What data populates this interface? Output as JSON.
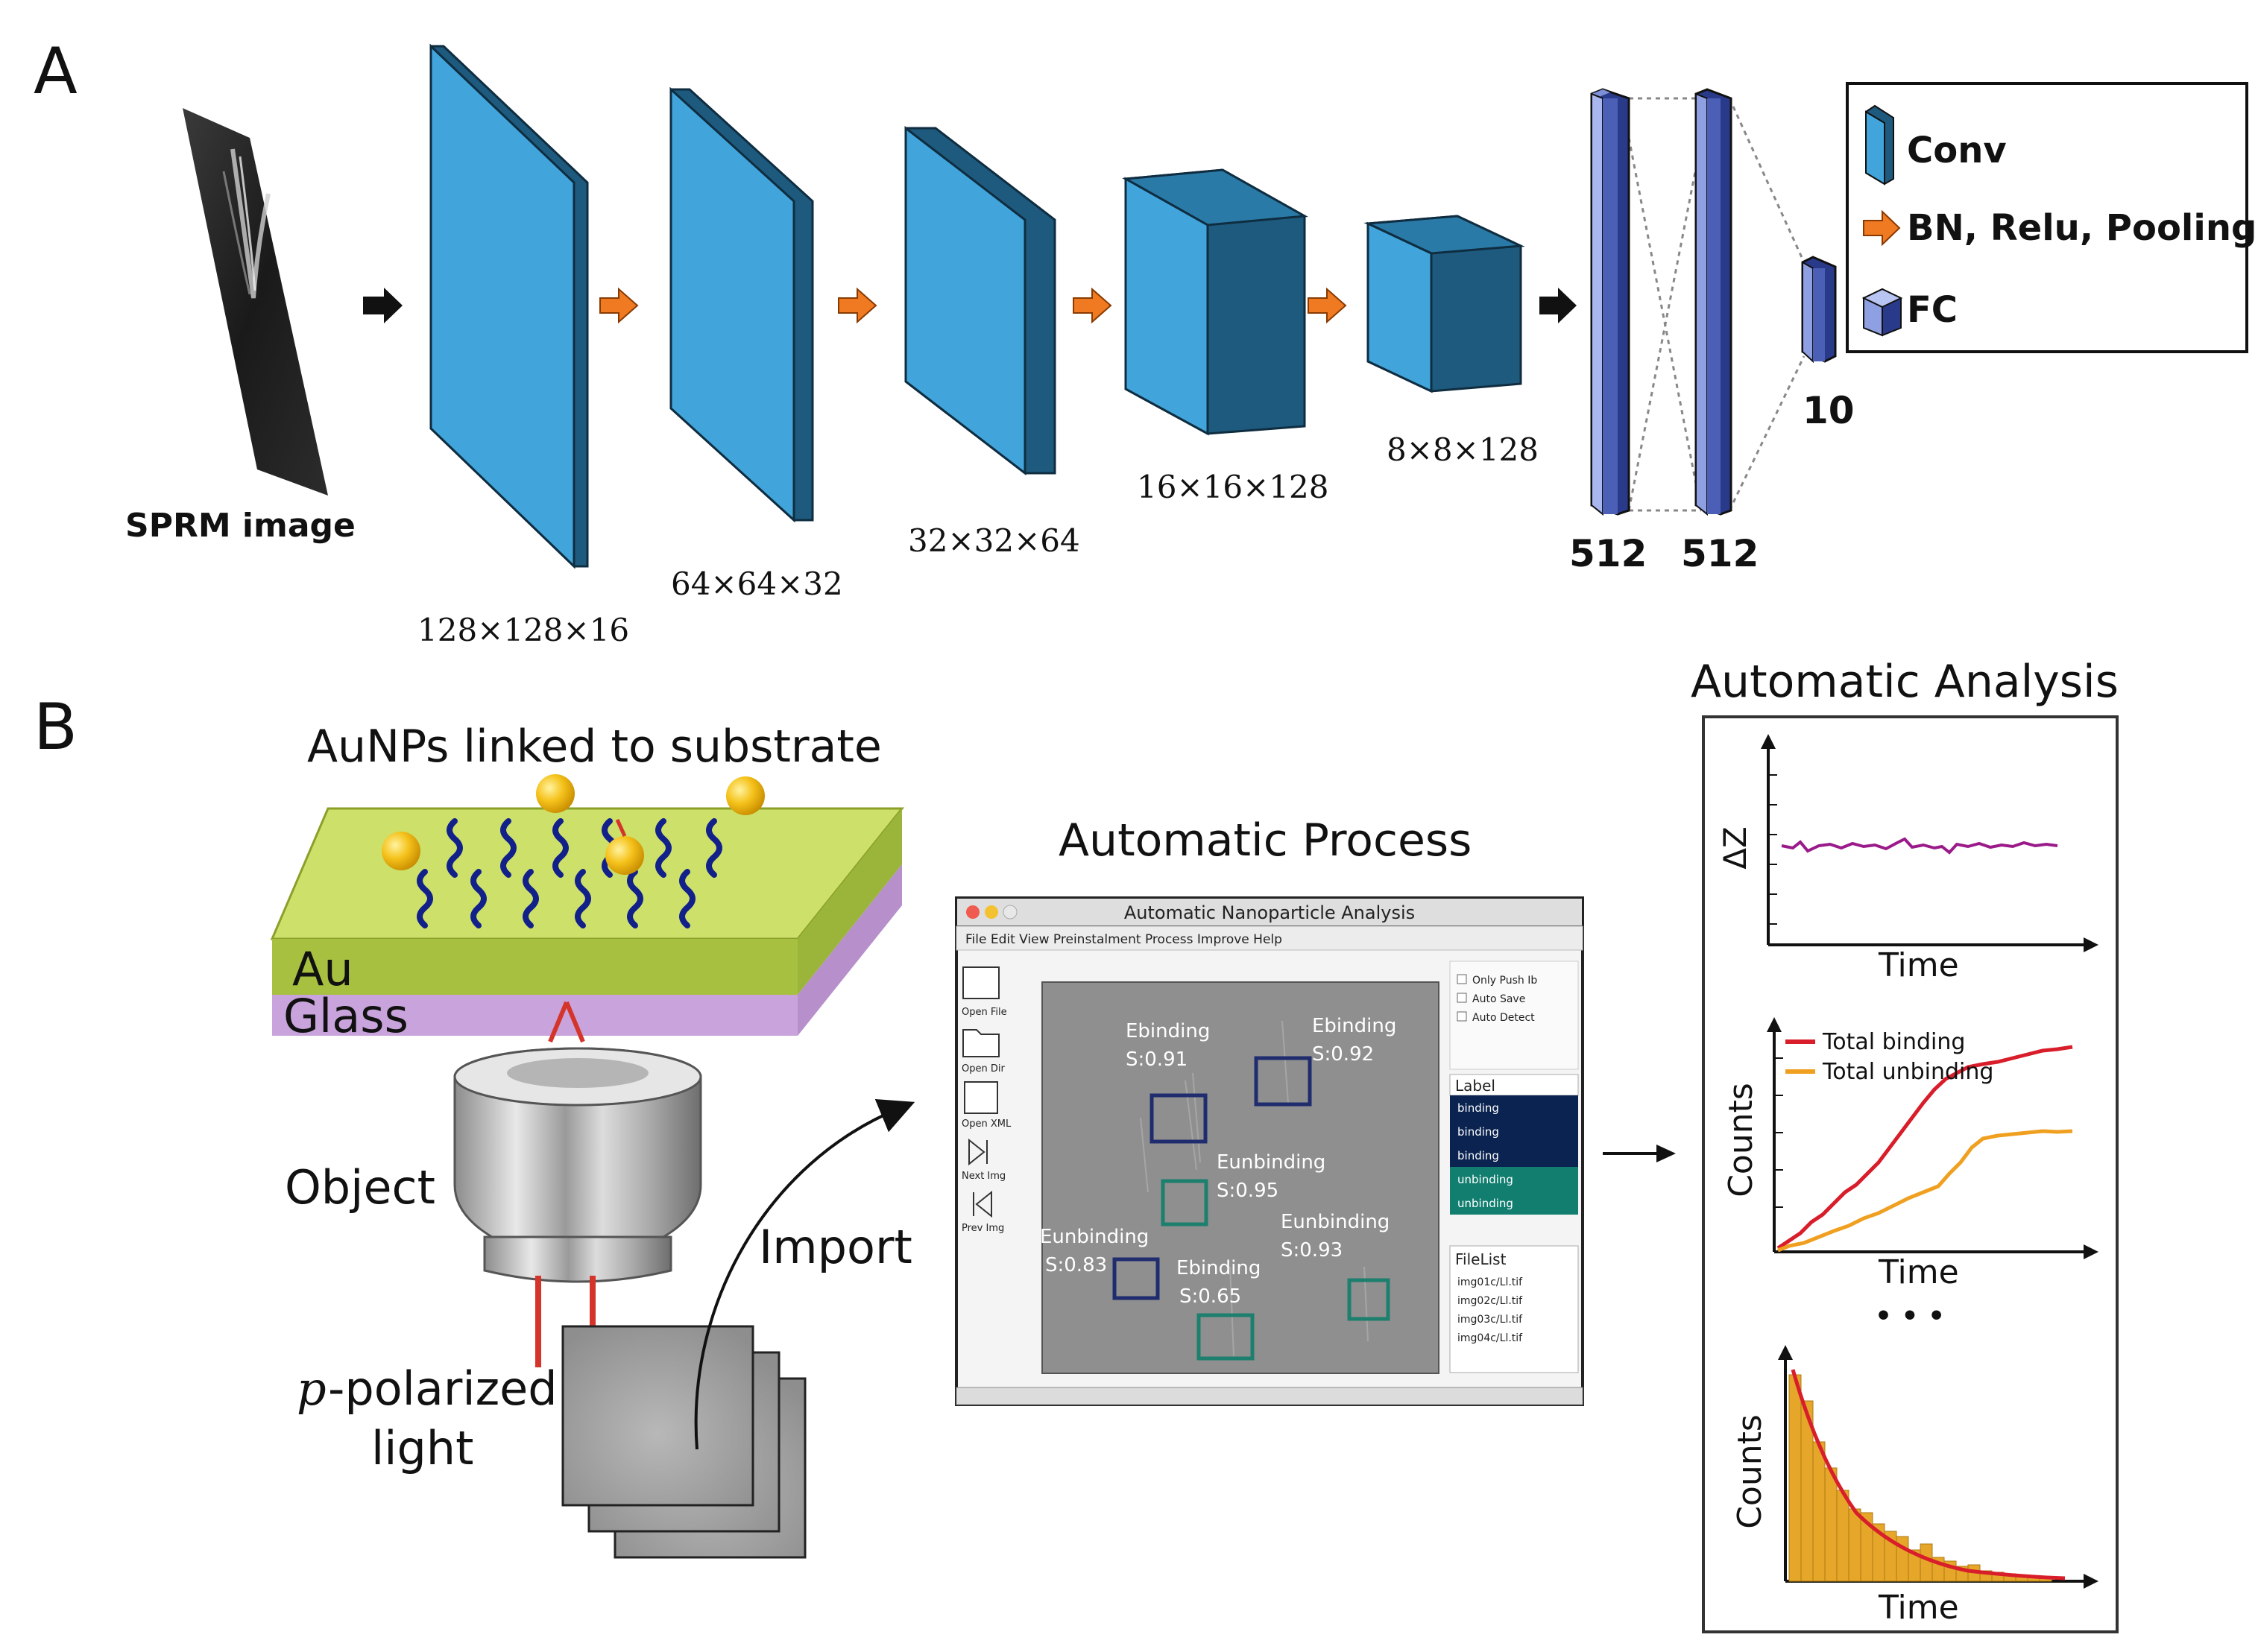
{
  "panelA": {
    "label": "A",
    "input_label": "SPRM image",
    "layers": [
      {
        "size": "128×128×16"
      },
      {
        "size": "64×64×32"
      },
      {
        "size": "32×32×64"
      },
      {
        "size": "16×16×128"
      },
      {
        "size": "8×8×128"
      }
    ],
    "fc_layers": [
      {
        "size": "512"
      },
      {
        "size": "512"
      },
      {
        "size": "10"
      }
    ],
    "legend": {
      "conv": "Conv",
      "bn": "BN, Relu, Pooling",
      "fc": "FC"
    },
    "colors": {
      "conv_face": "#41a5dc",
      "conv_side": "#1e5a7e",
      "fc": "#4a5fb5",
      "bn_arrow": "#f07a22"
    }
  },
  "panelB": {
    "label": "B",
    "substrate_title": "AuNPs linked to substrate",
    "au_label": "Au",
    "glass_label": "Glass",
    "object_label": "Object",
    "light_label_italic": "p",
    "light_label_rest": "-polarized",
    "light_label_line2": "light",
    "import_label": "Import",
    "process_title": "Automatic Process",
    "window": {
      "title": "Automatic Nanoparticle Analysis",
      "menu": "File  Edit  View  Preinstalment  Process  Improve  Help",
      "toolbar": [
        "Open File",
        "Open Dir",
        "Open XML",
        "Next Img",
        "Prev Img"
      ],
      "options": [
        "Only Push Ib",
        "Auto Save",
        "Auto Detect"
      ],
      "label_header": "Label",
      "label_items": [
        "binding",
        "binding",
        "binding",
        "unbinding",
        "unbinding"
      ],
      "filelist_header": "FileList",
      "filelist_items": [
        "img01c/Ll.tif",
        "img02c/Ll.tif",
        "img03c/Ll.tif",
        "img04c/Ll.tif"
      ],
      "detections": [
        {
          "type": "Ebinding",
          "score": "S:0.91"
        },
        {
          "type": "Ebinding",
          "score": "S:0.92"
        },
        {
          "type": "Eunbinding",
          "score": "S:0.95"
        },
        {
          "type": "Eunbinding",
          "score": "S:0.93"
        },
        {
          "type": "Eunbinding",
          "score": "S:0.83"
        },
        {
          "type": "Ebinding",
          "score": "S:0.65"
        }
      ]
    },
    "analysis_title": "Automatic Analysis",
    "plot1": {
      "ylabel": "ΔZ",
      "xlabel": "Time"
    },
    "plot2": {
      "ylabel": "Counts",
      "xlabel": "Time",
      "legend": [
        "Total binding",
        "Total unbinding"
      ]
    },
    "ellipsis": "• • •",
    "plot3": {
      "ylabel": "Counts",
      "xlabel": "Time"
    }
  }
}
